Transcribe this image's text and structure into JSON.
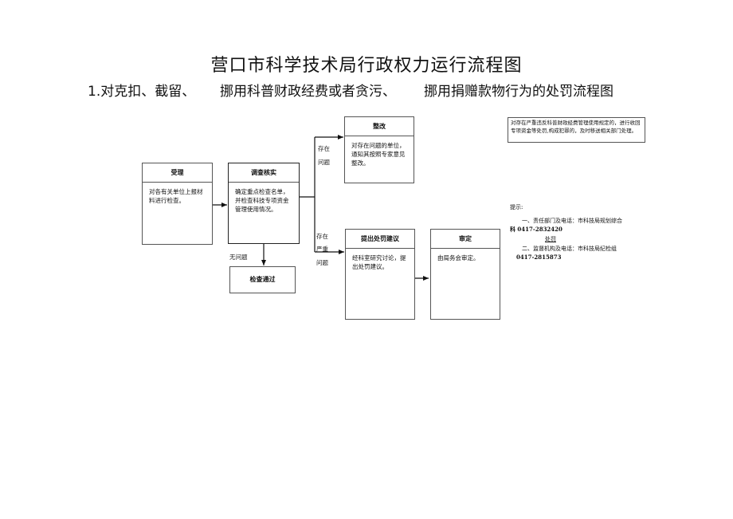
{
  "title": "营口市科学技术局行政权力运行流程图",
  "subtitle": {
    "part1": "1.对克扣、截留、",
    "part2": "挪用科普财政经费或者贪污、",
    "part3": "挪用捐赠款物行为的处罚流程图"
  },
  "boxes": {
    "accept": {
      "title": "受理",
      "text": "对各有关单位上报材料进行检查。"
    },
    "investigate": {
      "title": "调查核实",
      "text": "确定重点检查名单，并检查科技专项资金管理使用情况。"
    },
    "rectify": {
      "title": "整改",
      "text": "对存在问题的单位，通知其按照专家意见整改。"
    },
    "propose": {
      "title": "提出处罚建议",
      "text": "经科室研究讨论，提出处罚建议。"
    },
    "review": {
      "title": "审定",
      "text": "由局务会审定。"
    },
    "pass": {
      "title": "检查通过"
    }
  },
  "labels": {
    "exist": "存在",
    "problem": "问题",
    "serious": "严重",
    "no_problem": "无问题"
  },
  "note": "对存在严重违反科普财政经费管理使用规定的，进行收回专项资金等处罚,构成犯罪的，及时移送相关部门处理。",
  "hints": {
    "heading": "提示:",
    "line1": "一、责任部门及电话：市科技局规划综合",
    "line2": "科 0417-2832420",
    "line3": "处罚",
    "line4": "二、监督机构及电话：市科技局纪检组",
    "line5": "0417-2815873"
  }
}
